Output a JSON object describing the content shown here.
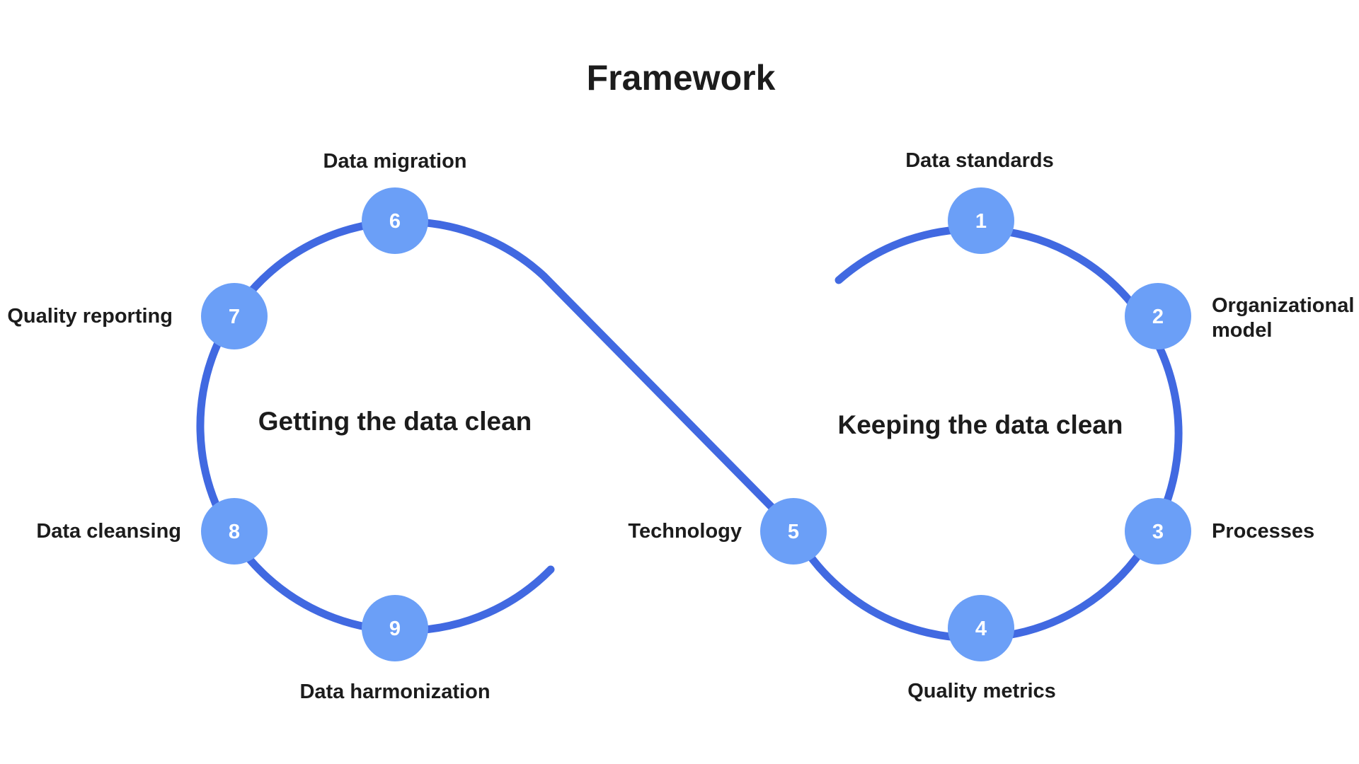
{
  "title": "Framework",
  "colors": {
    "path": "#4169e1",
    "node_fill": "#6b9ff7",
    "node_text": "#ffffff",
    "text": "#1c1c1c"
  },
  "loops": {
    "left": "Getting the data clean",
    "right": "Keeping the data clean"
  },
  "steps": [
    {
      "num": "1",
      "label": "Data standards"
    },
    {
      "num": "2",
      "label": "Organizational",
      "label2": "model"
    },
    {
      "num": "3",
      "label": "Processes"
    },
    {
      "num": "4",
      "label": "Quality metrics"
    },
    {
      "num": "5",
      "label": "Technology"
    },
    {
      "num": "6",
      "label": "Data migration"
    },
    {
      "num": "7",
      "label": "Quality reporting"
    },
    {
      "num": "8",
      "label": "Data cleansing"
    },
    {
      "num": "9",
      "label": "Data harmonization"
    }
  ]
}
